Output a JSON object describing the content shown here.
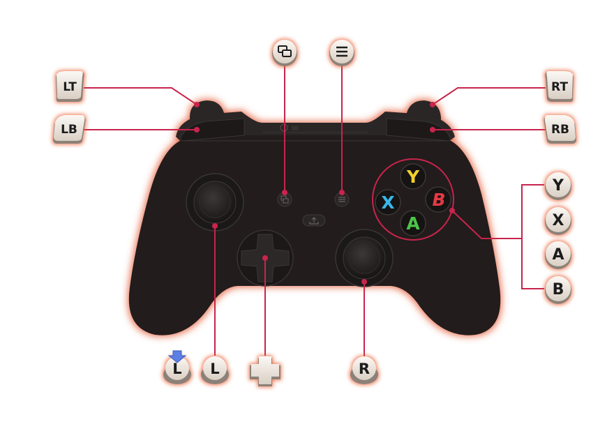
{
  "title": "",
  "colors": {
    "controller_body": "#231f1f",
    "glow": "#e04a22",
    "callout_line": "#c8244c",
    "badge_fill": "#f1ebe3",
    "badge_shadow": "#8c8178",
    "badge_text": "#1a1a1a",
    "face_y": "#f2d12e",
    "face_b": "#e23a44",
    "face_x": "#39b7ea",
    "face_a": "#4cc548",
    "press_arrow": "#5b7fe3"
  },
  "badges": {
    "lt": "LT",
    "lb": "LB",
    "rt": "RT",
    "rb": "RB",
    "y": "Y",
    "x": "X",
    "a": "A",
    "b": "B",
    "left_stick_press": "L",
    "left_stick": "L",
    "right_stick": "R",
    "view_icon": "view-icon",
    "menu_icon": "menu-icon",
    "dpad_icon": "dpad-icon",
    "press_arrow_icon": "down-arrow-icon"
  },
  "face_buttons": {
    "y": "Y",
    "b": "B",
    "x": "X",
    "a": "A"
  }
}
